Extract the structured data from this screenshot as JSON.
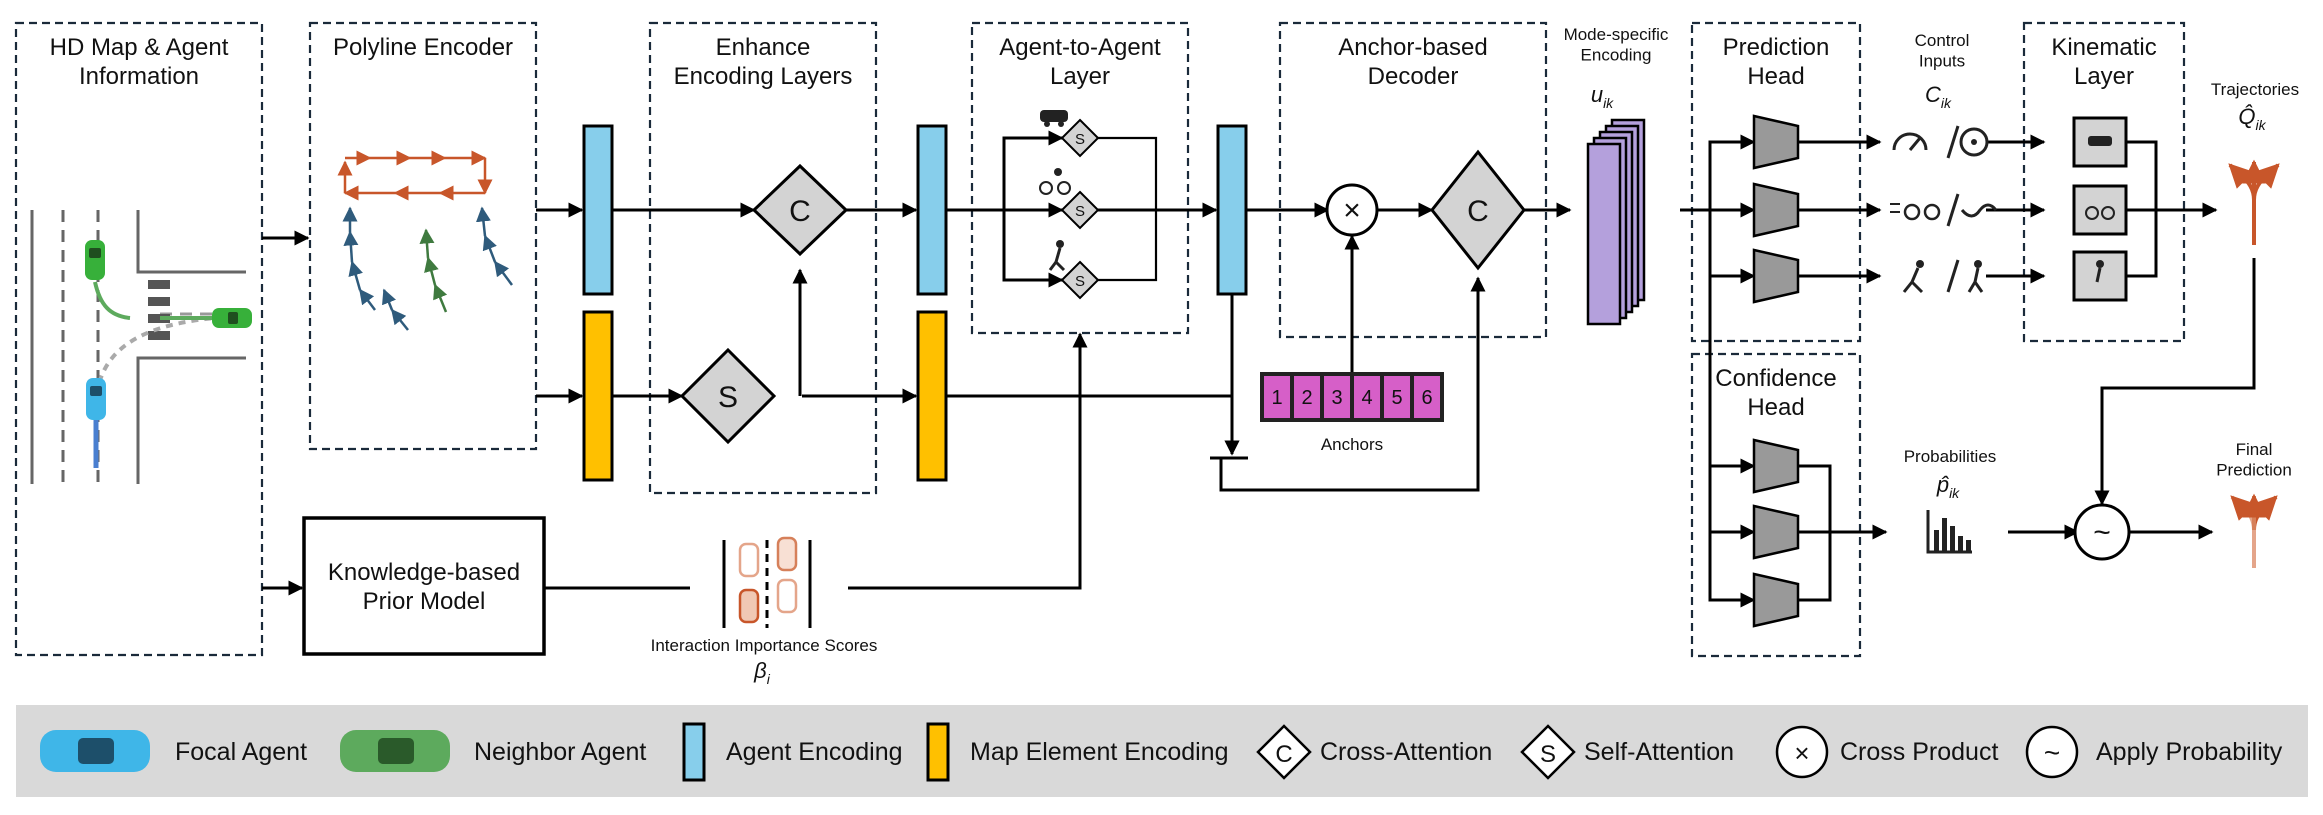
{
  "stages": {
    "hd_map": "HD Map & Agent Information",
    "polyline": "Polyline Encoder",
    "enhance": "Enhance Encoding Layers",
    "a2a": "Agent-to-Agent Layer",
    "anchor_decoder": "Anchor-based Decoder",
    "prediction_head": "Prediction Head",
    "confidence_head": "Confidence Head",
    "kinematic": "Kinematic Layer",
    "prior_model": "Knowledge-based Prior Model"
  },
  "ops": {
    "cross_attention": "C",
    "self_attention": "S",
    "cross_product": "×",
    "apply_probability": "~"
  },
  "anchors": {
    "label": "Anchors",
    "items": [
      "1",
      "2",
      "3",
      "4",
      "5",
      "6"
    ]
  },
  "labels": {
    "mode_encoding": "Mode-specific Encoding",
    "mode_symbol": "u",
    "mode_sub": "ik",
    "control_inputs": "Control Inputs",
    "control_symbol": "C",
    "control_sub": "ik",
    "trajectories": "Trajectories",
    "traj_symbol": "Q̂",
    "traj_sub": "ik",
    "probabilities": "Probabilities",
    "prob_symbol": "p̂",
    "prob_sub": "ik",
    "final_prediction": "Final Prediction",
    "interaction_scores": "Interaction Importance Scores",
    "beta_symbol": "β",
    "beta_sub": "i"
  },
  "legend": {
    "focal_agent": "Focal Agent",
    "neighbor_agent": "Neighbor Agent",
    "agent_encoding": "Agent Encoding",
    "map_encoding": "Map Element Encoding",
    "cross_attention": "Cross-Attention",
    "self_attention": "Self-Attention",
    "cross_product": "Cross Product",
    "apply_probability": "Apply Probability"
  },
  "colors": {
    "agent_encoding": "#87CEEB",
    "map_encoding": "#FFC000",
    "anchor": "#D65FC8",
    "mode_encoding": "#B4A0DC",
    "focal_agent": "#3FB6E8",
    "neighbor_agent": "#5DAA5D",
    "trajectory": "#C8562A",
    "legend_bg": "#D9D9D9"
  }
}
